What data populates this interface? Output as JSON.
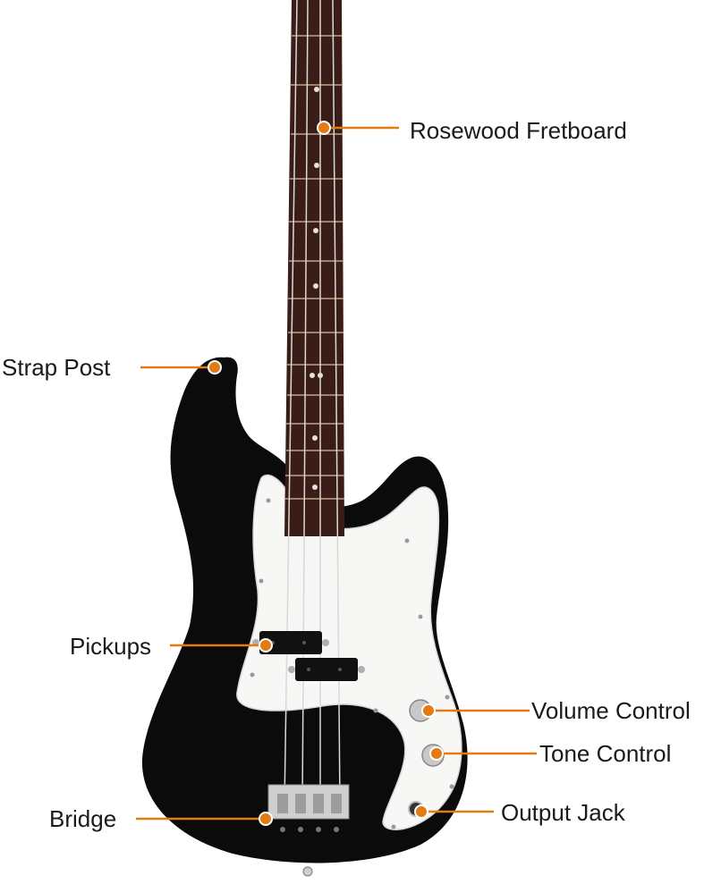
{
  "colors": {
    "body": "#0b0b0b",
    "pickguard": "#f7f7f5",
    "fretboard": "#3a1d16",
    "callout": "#e47b12",
    "hardware": "#c8c8c8"
  },
  "callouts": {
    "fretboard": "Rosewood Fretboard",
    "strap_post": "Strap Post",
    "pickups": "Pickups",
    "volume": "Volume Control",
    "tone": "Tone Control",
    "output_jack": "Output Jack",
    "bridge": "Bridge"
  }
}
